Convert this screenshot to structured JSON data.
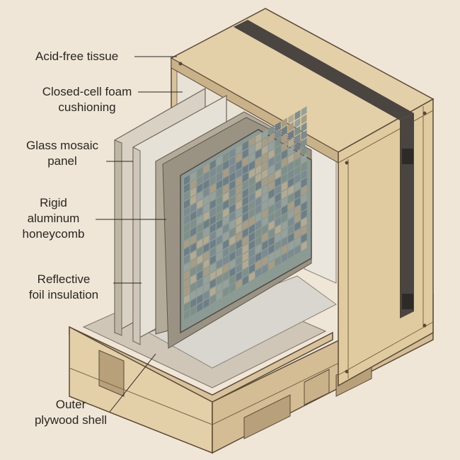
{
  "labels": {
    "acid_free_tissue": "Acid-free tissue",
    "foam_line1": "Closed-cell foam",
    "foam_line2": "cushioning",
    "glass_line1": "Glass mosaic",
    "glass_line2": "panel",
    "honeycomb_line1": "Rigid",
    "honeycomb_line2": "aluminum",
    "honeycomb_line3": "honeycomb",
    "foil_line1": "Reflective",
    "foil_line2": "foil insulation",
    "shell_line1": "Outer",
    "shell_line2": "plywood shell"
  },
  "colors": {
    "background": "#efe6d8",
    "plywood": "#e3cfa8",
    "plywood_shadow": "#c9b28a",
    "strap": "#4a4540",
    "mosaic_a": "#7f8f8a",
    "mosaic_b": "#a89d84",
    "mosaic_c": "#6d7e86"
  }
}
